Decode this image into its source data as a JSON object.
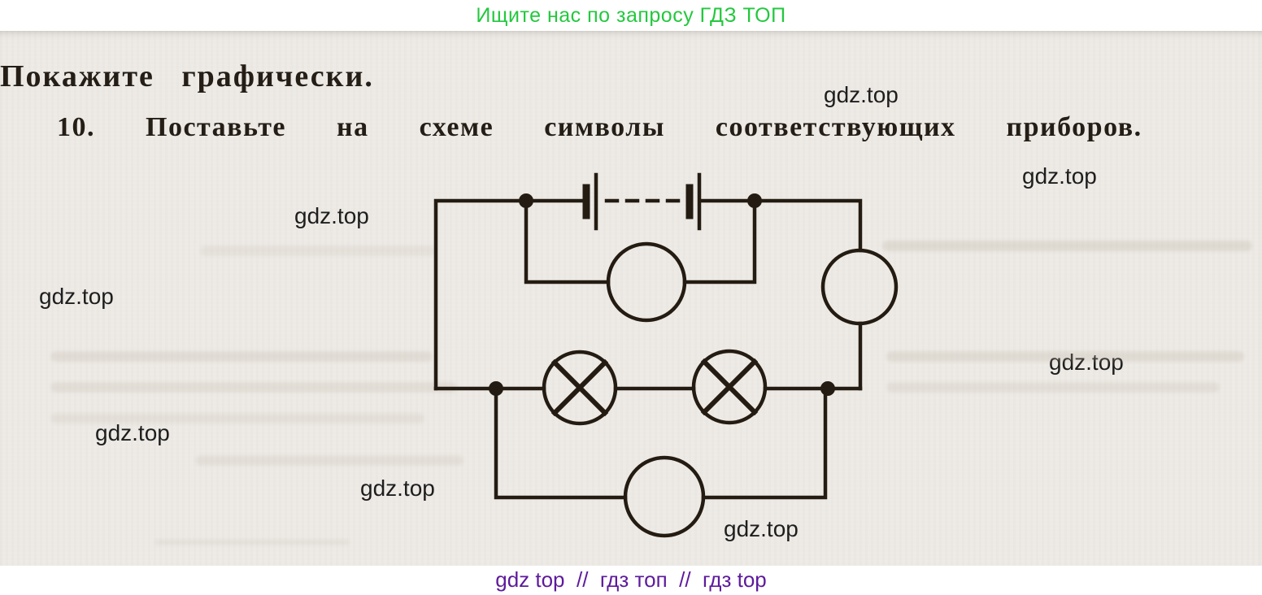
{
  "banner": {
    "text": "Ищите нас по запросу ГДЗ ТОП",
    "color": "#23c83e"
  },
  "page_background": "#edeae6",
  "headings": {
    "section": "Покажите графически.",
    "task": "10. Поставьте на схеме символы соответствующих приборов."
  },
  "watermark": {
    "label": "gdz.top",
    "color": "#1e1e1e"
  },
  "footer": {
    "text": "gdz top  //  гдз топ  //  гдз top",
    "color": "#5e1a9c"
  },
  "diagram": {
    "type": "electric-circuit-schematic",
    "stroke_color": "#241c12",
    "components": [
      {
        "name": "battery-of-cells",
        "symbol": "two cells separated by dashed line",
        "position": "top wire"
      },
      {
        "name": "device-circle-top",
        "symbol": "empty circle",
        "position": "branch below battery"
      },
      {
        "name": "device-circle-right",
        "symbol": "empty circle",
        "position": "right vertical wire"
      },
      {
        "name": "lamp-left",
        "symbol": "circle with diagonal cross",
        "position": "middle wire"
      },
      {
        "name": "lamp-right",
        "symbol": "circle with diagonal cross",
        "position": "middle wire"
      },
      {
        "name": "device-circle-bottom",
        "symbol": "empty circle",
        "position": "bottom branch"
      }
    ]
  }
}
